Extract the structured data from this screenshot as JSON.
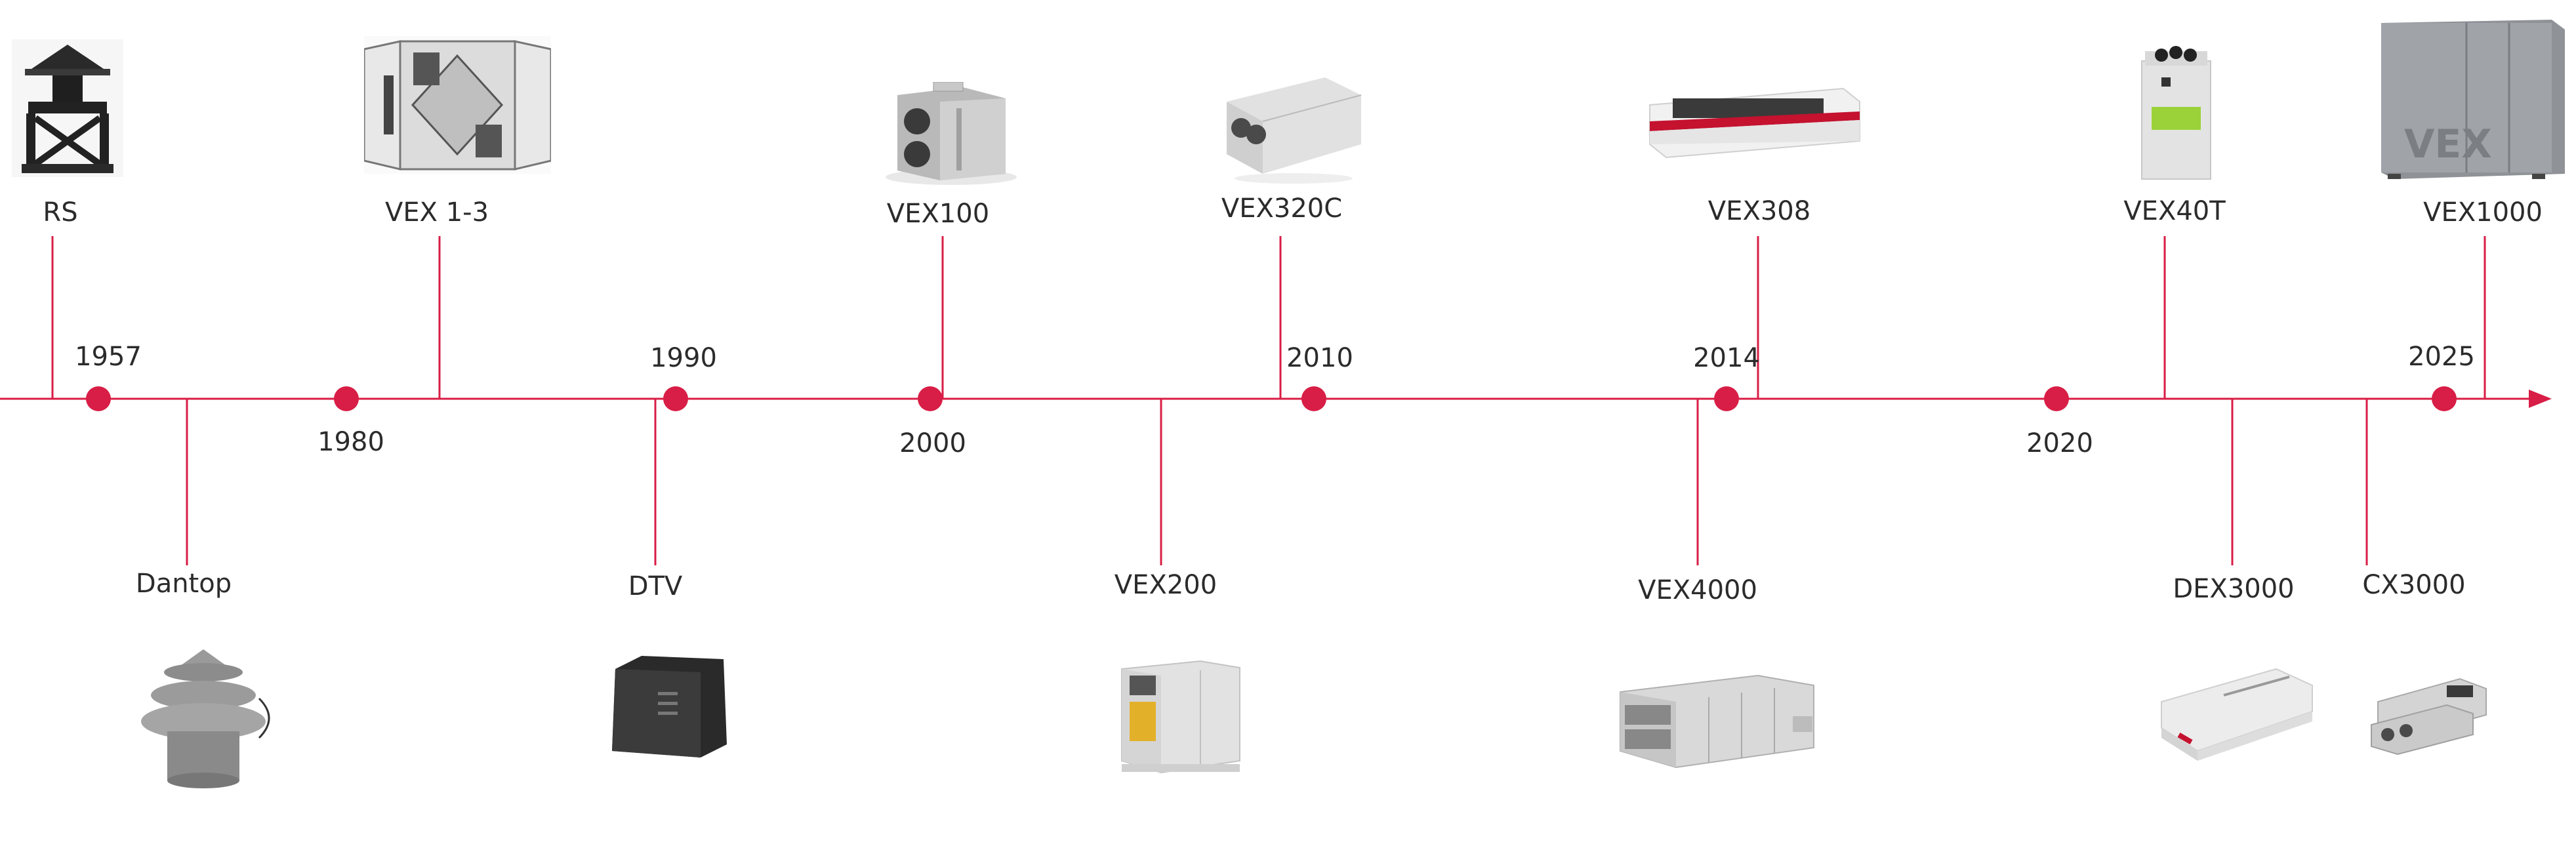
{
  "accent_color": "#d81e46",
  "years": [
    {
      "label": "1957"
    },
    {
      "label": "1980"
    },
    {
      "label": "1990"
    },
    {
      "label": "2000"
    },
    {
      "label": "2010"
    },
    {
      "label": "2014"
    },
    {
      "label": "2020"
    },
    {
      "label": "2025"
    }
  ],
  "products_top": [
    {
      "label": "RS",
      "icon": "roof-fan-icon"
    },
    {
      "label": "VEX 1-3",
      "icon": "open-heat-exchanger-icon"
    },
    {
      "label": "VEX100",
      "icon": "compact-unit-icon"
    },
    {
      "label": "VEX320C",
      "icon": "flat-unit-icon"
    },
    {
      "label": "VEX308",
      "icon": "ceiling-unit-icon"
    },
    {
      "label": "VEX40T",
      "icon": "tower-unit-icon"
    },
    {
      "label": "VEX1000",
      "icon": "large-cabinet-icon"
    }
  ],
  "products_bottom": [
    {
      "label": "Dantop",
      "icon": "dome-roof-fan-icon"
    },
    {
      "label": "DTV",
      "icon": "black-roof-fan-icon"
    },
    {
      "label": "VEX200",
      "icon": "air-handling-cabinet-icon"
    },
    {
      "label": "VEX4000",
      "icon": "modular-ahu-icon"
    },
    {
      "label": "DEX3000",
      "icon": "flat-ceiling-unit-icon"
    },
    {
      "label": "CX3000",
      "icon": "duct-unit-icon"
    }
  ]
}
